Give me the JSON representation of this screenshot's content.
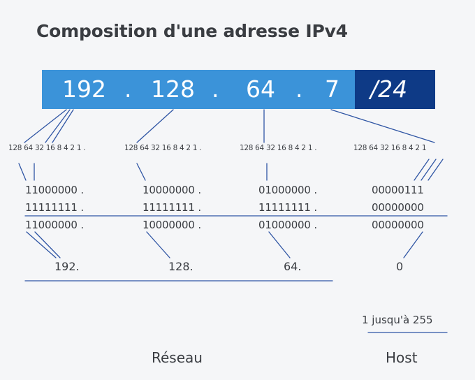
{
  "title": "Composition d'une adresse IPv4",
  "address": {
    "octets": [
      "192",
      "128",
      "64",
      "7"
    ],
    "separator": ".",
    "prefix": "/24"
  },
  "bit_weights": [
    "128 64 32 16 8 4 2 1 .",
    "128 64 32 16 8 4 2 1 .",
    "128 64 32 16 8 4 2 1 .",
    "128 64 32 16 8 4 2 1"
  ],
  "binary_rows": [
    [
      "11000000 .",
      "10000000 .",
      "01000000 .",
      "00000111"
    ],
    [
      "11111111 .",
      "11111111 .",
      "11111111 .",
      "00000000"
    ],
    [
      "11000000 .",
      "10000000 .",
      "01000000 .",
      "00000000"
    ]
  ],
  "result": [
    "192.",
    "128.",
    "64.",
    "0"
  ],
  "host_range": "1 jusqu'à 255",
  "labels": {
    "network": "Réseau",
    "host": "Host"
  },
  "colors": {
    "network_segment": "#3b93d9",
    "prefix_segment": "#0e3a86",
    "connector_line": "#2f55a4",
    "text": "#3a3d42"
  }
}
